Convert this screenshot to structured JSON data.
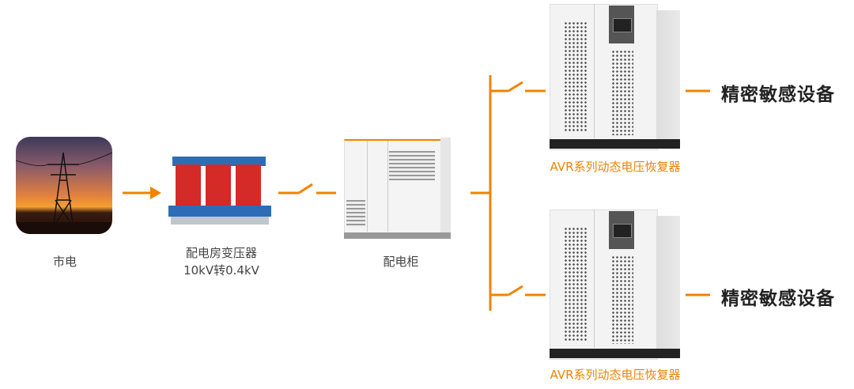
{
  "colors": {
    "accent": "#f08300",
    "text": "#444444"
  },
  "nodes": {
    "grid": {
      "label": "市电",
      "icon": "power-tower-sunset-photo"
    },
    "transformer": {
      "label_line1": "配电房变压器",
      "label_line2": "10kV转0.4kV"
    },
    "cabinet": {
      "label": "配电柜"
    },
    "avr_top": {
      "label": "AVR系列动态电压恢复器"
    },
    "avr_bottom": {
      "label": "AVR系列动态电压恢复器"
    },
    "load_top": {
      "label": "精密敏感设备"
    },
    "load_bottom": {
      "label": "精密敏感设备"
    }
  }
}
